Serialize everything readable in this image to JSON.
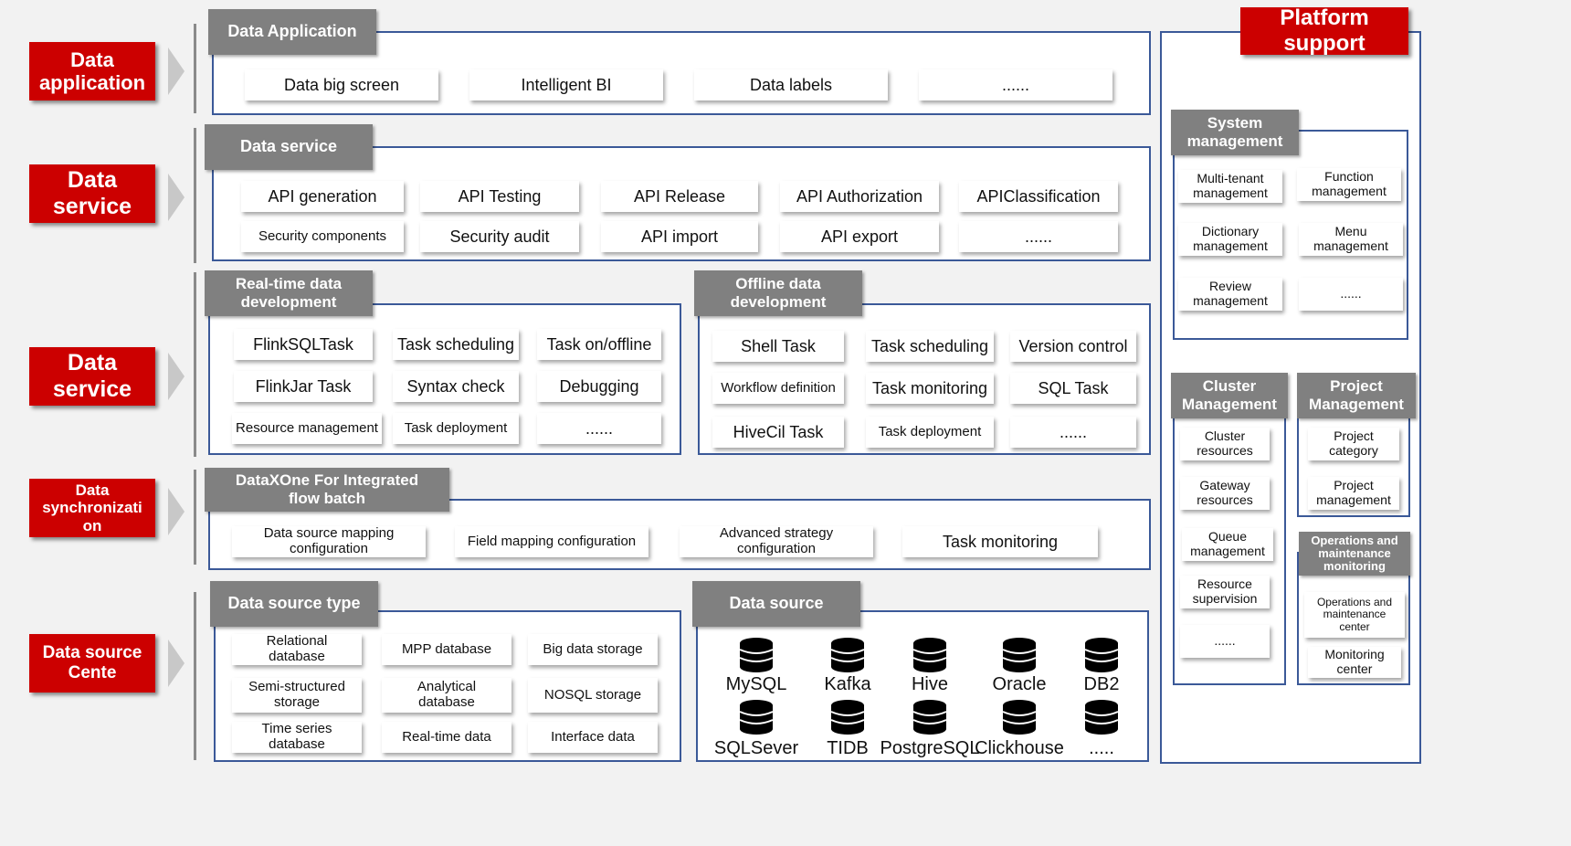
{
  "layers": [
    {
      "label": "Data\napplication"
    },
    {
      "label": "Data\nservice"
    },
    {
      "label": "Data\nservice"
    },
    {
      "label": "Data\nsynchronizati\non"
    },
    {
      "label": "Data source\nCente"
    }
  ],
  "data_application": {
    "title": "Data Application",
    "items": [
      "Data big screen",
      "Intelligent BI",
      "Data labels",
      "......"
    ]
  },
  "data_service": {
    "title": "Data service",
    "items": [
      "API generation",
      "API Testing",
      "API Release",
      "API Authorization",
      "APIClassification",
      "Security components",
      "Security audit",
      "API import",
      "API export",
      "......"
    ]
  },
  "realtime_dev": {
    "title": "Real-time data\ndevelopment",
    "items": [
      "FlinkSQLTask",
      "Task scheduling",
      "Task on/offline",
      "FlinkJar Task",
      "Syntax check",
      "Debugging",
      "Resource management",
      "Task deployment",
      "......"
    ]
  },
  "offline_dev": {
    "title": "Offline data\ndevelopment",
    "items": [
      "Shell Task",
      "Task scheduling",
      "Version control",
      "Workflow definition",
      "Task monitoring",
      "SQL Task",
      "HiveCil Task",
      "Task deployment",
      "......"
    ]
  },
  "dataxone": {
    "title": "DataXOne For Integrated\nflow batch",
    "items": [
      "Data source mapping\nconfiguration",
      "Field mapping configuration",
      "Advanced strategy\nconfiguration",
      "Task monitoring"
    ]
  },
  "ds_type": {
    "title": "Data source type",
    "items": [
      "Relational\ndatabase",
      "MPP database",
      "Big data storage",
      "Semi-structured\nstorage",
      "Analytical\ndatabase",
      "NOSQL storage",
      "Time series\ndatabase",
      "Real-time data",
      "Interface data"
    ]
  },
  "data_source": {
    "title": "Data source",
    "icon": "database-icon",
    "items": [
      "MySQL",
      "Kafka",
      "Hive",
      "Oracle",
      "DB2",
      "SQLSever",
      "TIDB",
      "PostgreSQL",
      "Clickhouse",
      "....."
    ]
  },
  "platform": {
    "title": "Platform\nsupport",
    "system_mgmt": {
      "title": "System\nmanagement",
      "items": [
        "Multi-tenant\nmanagement",
        "Function\nmanagement",
        "Dictionary\nmanagement",
        "Menu\nmanagement",
        "Review\nmanagement",
        "......"
      ]
    },
    "cluster_mgmt": {
      "title": "Cluster\nManagement",
      "items": [
        "Cluster\nresources",
        "Gateway\nresources",
        "Queue\nmanagement",
        "Resource\nsupervision",
        "......"
      ]
    },
    "project_mgmt": {
      "title": "Project\nManagement",
      "items": [
        "Project\ncategory",
        "Project\nmanagement"
      ]
    },
    "ops": {
      "title": "Operations and\nmaintenance\nmonitoring",
      "items": [
        "Operations and\nmaintenance\ncenter",
        "Monitoring\ncenter"
      ]
    }
  },
  "colors": {
    "accent_red": "#cc0000",
    "tab_gray": "#808080",
    "panel_border": "#3b5998"
  }
}
